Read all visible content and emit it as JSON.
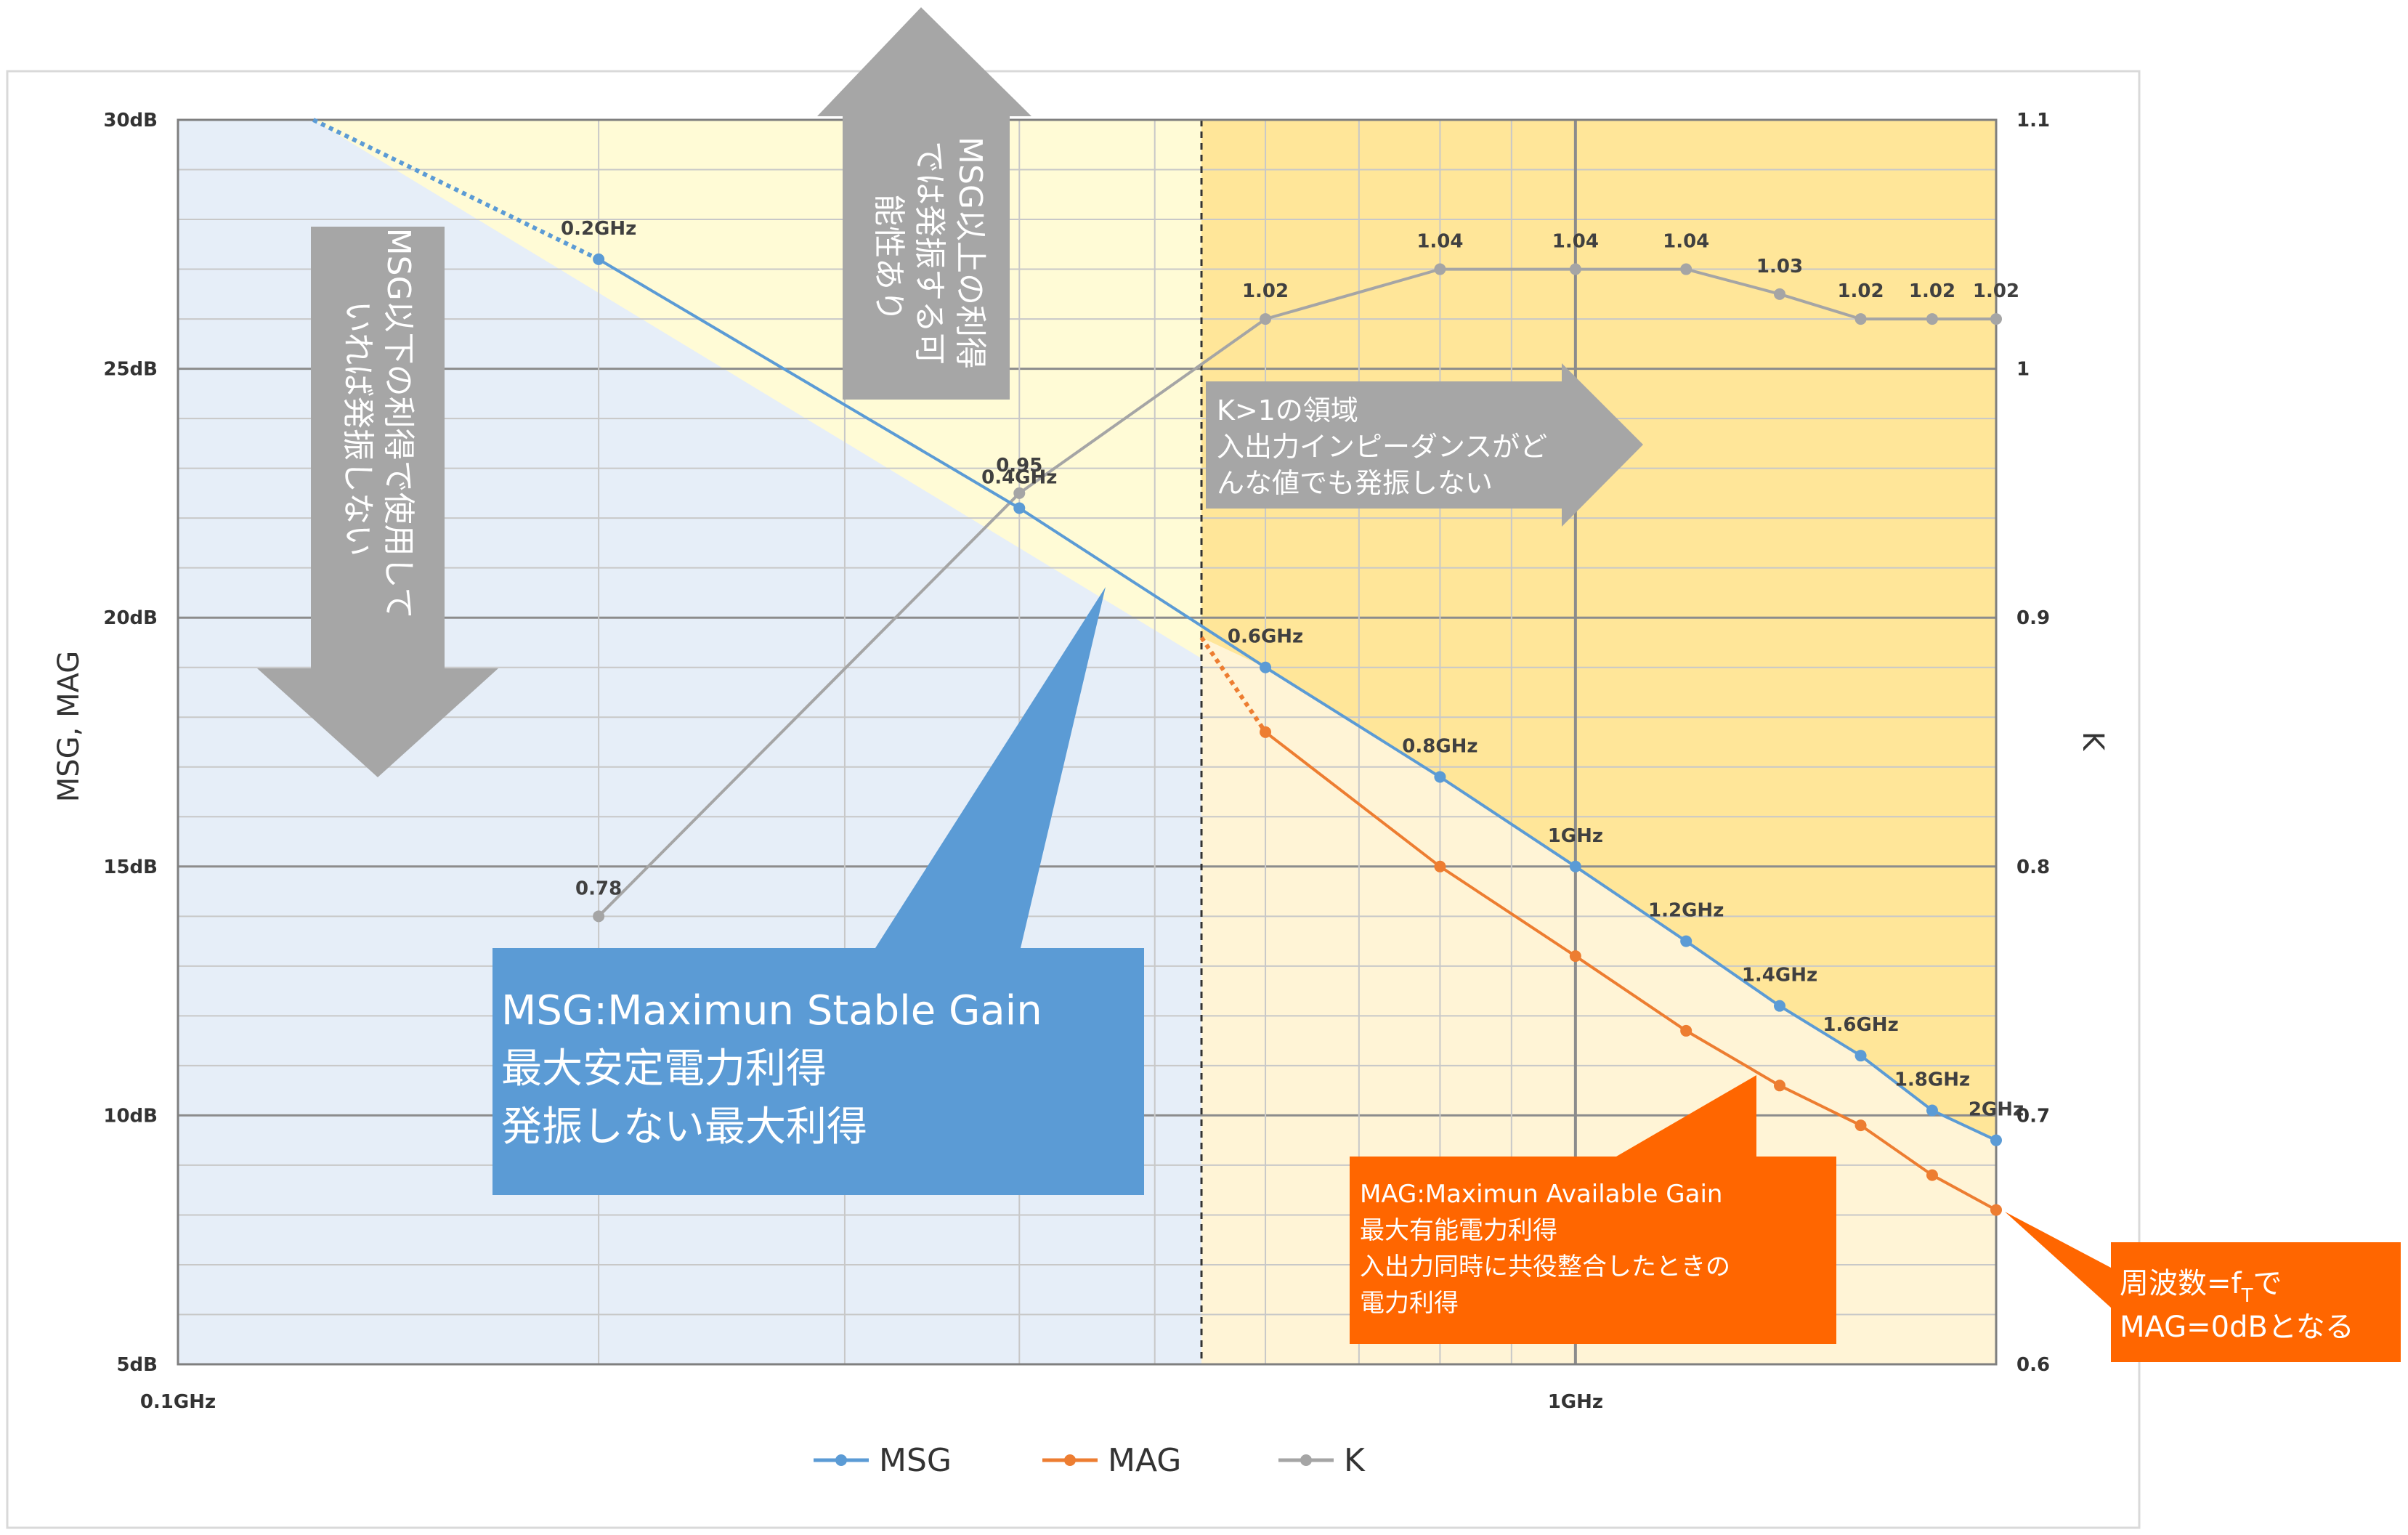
{
  "chart_data": {
    "type": "line",
    "x_scale": "log",
    "xlim_ghz": [
      0.1,
      2
    ],
    "x_ticks": [
      {
        "value": 0.1,
        "label": "0.1GHz"
      },
      {
        "value": 1,
        "label": "1GHz"
      }
    ],
    "ylabel_left": "MSG, MAG",
    "ylabel_right": "K",
    "ylim_left": [
      5,
      30
    ],
    "ylim_right": [
      0.6,
      1.1
    ],
    "y_ticks_left": [
      {
        "value": 5,
        "label": "5dB"
      },
      {
        "value": 10,
        "label": "10dB"
      },
      {
        "value": 15,
        "label": "15dB"
      },
      {
        "value": 20,
        "label": "20dB"
      },
      {
        "value": 25,
        "label": "25dB"
      },
      {
        "value": 30,
        "label": "30dB"
      }
    ],
    "y_ticks_right": [
      {
        "value": 0.6,
        "label": "0.6"
      },
      {
        "value": 0.7,
        "label": "0.7"
      },
      {
        "value": 0.8,
        "label": "0.8"
      },
      {
        "value": 0.9,
        "label": "0.9"
      },
      {
        "value": 1.0,
        "label": "1"
      },
      {
        "value": 1.1,
        "label": "1.1"
      }
    ],
    "grid": true,
    "legend_position": "bottom",
    "k_equals_1_freq_ghz": 0.54,
    "series": [
      {
        "name": "MSG",
        "axis": "left",
        "color": "#5B9BD5",
        "x": [
          0.2,
          0.4,
          0.6,
          0.8,
          1.0,
          1.2,
          1.4,
          1.6,
          1.8,
          2.0
        ],
        "y": [
          27.2,
          22.2,
          19.0,
          16.8,
          15.0,
          13.5,
          12.2,
          11.2,
          10.1,
          9.5
        ],
        "point_labels": [
          "0.2GHz",
          "0.4GHz",
          "0.6GHz",
          "0.8GHz",
          "1GHz",
          "1.2GHz",
          "1.4GHz",
          "1.6GHz",
          "1.8GHz",
          "2GHz"
        ],
        "extrapolated": {
          "x": [
            0.125,
            0.2
          ],
          "y": [
            30.0,
            27.2
          ]
        }
      },
      {
        "name": "MAG",
        "axis": "left",
        "color": "#ED7D31",
        "x": [
          0.6,
          0.8,
          1.0,
          1.2,
          1.4,
          1.6,
          1.8,
          2.0
        ],
        "y": [
          17.7,
          15.0,
          13.2,
          11.7,
          10.6,
          9.8,
          8.8,
          8.1
        ],
        "extrapolated": {
          "x": [
            0.54,
            0.6
          ],
          "y": [
            19.6,
            17.7
          ]
        }
      },
      {
        "name": "K",
        "axis": "right",
        "color": "#A5A5A5",
        "x": [
          0.2,
          0.4,
          0.6,
          0.8,
          1.0,
          1.2,
          1.4,
          1.6,
          1.8,
          2.0
        ],
        "y": [
          0.78,
          0.95,
          1.02,
          1.04,
          1.04,
          1.04,
          1.03,
          1.02,
          1.02,
          1.02
        ],
        "point_labels": [
          "0.78",
          "0.95",
          "1.02",
          "1.04",
          "1.04",
          "1.04",
          "1.03",
          "1.02",
          "1.02",
          "1.02"
        ]
      }
    ],
    "annotations": {
      "below_msg": [
        "MSG以下の利得で使用して",
        "いれば発振しない"
      ],
      "above_msg": [
        "MSG以上の利得",
        "では発振する可",
        "能性あり"
      ],
      "k_region": [
        "K>1の領域",
        "入出力インピーダンスがど",
        "んな値でも発振しない"
      ],
      "msg_callout": [
        "MSG:Maximun Stable Gain",
        "最大安定電力利得",
        "発振しない最大利得"
      ],
      "mag_callout": [
        "MAG:Maximun Available Gain",
        "最大有能電力利得",
        "入出力同時に共役整合したときの",
        "電力利得"
      ],
      "ft_callout": {
        "line1_prefix": "周波数=f",
        "line1_sub": "T",
        "line1_suffix": "で",
        "line2": "MAG=0dBとなる"
      }
    }
  }
}
